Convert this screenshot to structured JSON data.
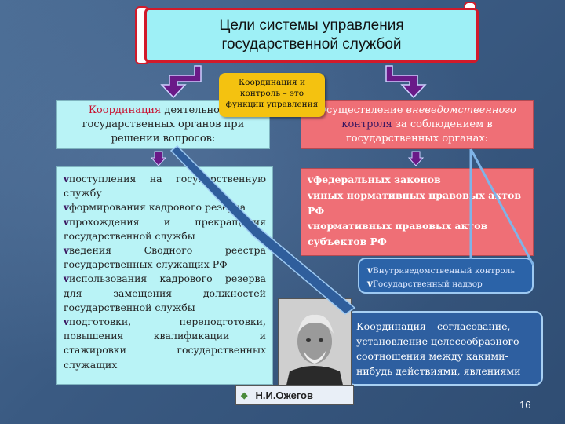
{
  "title": {
    "line1": "Цели системы управления",
    "line2": "государственной службой"
  },
  "note": {
    "line1": "Координация и",
    "line2": "контроль – это",
    "line3_underlined": "функции",
    "line3_rest": " управления"
  },
  "left_top": {
    "highlight": "Координация",
    "line1_rest": " деятельности",
    "line2": "государственных органов при",
    "line3": "решении вопросов:"
  },
  "right_top": {
    "prefix": "Осуществление ",
    "emph": "вневедомственного",
    "line2_highlight": "контроля",
    "line2_rest": " за соблюдением в",
    "line3": "государственных органах:"
  },
  "left_items": [
    "поступления на государственную службу",
    "формирования кадрового резерва",
    "прохождения и прекращения государственной службы",
    "ведения Сводного реестра государственных служащих РФ",
    "использования кадрового резерва для замещения должностей государственной службы",
    "подготовки, переподготовки, повышения квалификации и стажировки государственных служащих"
  ],
  "right_items": [
    "федеральных законов",
    "иных нормативных правовых актов РФ",
    "нормативных правовых актов субъектов РФ"
  ],
  "control_types": [
    "Внутриведомственный контроль",
    "Государственный надзор"
  ],
  "definition": "Координация – согласование, установление целесообразного соотношения между какими-нибудь действиями, явлениями",
  "author": "Н.И.Ожегов",
  "page_number": "16",
  "bullet_glyph": "v",
  "colors": {
    "title_fill": "#9ef0f6",
    "frame_red": "#d11a2a",
    "note_yellow": "#f4c210",
    "cyan_box": "#b9f3f6",
    "red_box": "#ef6f76",
    "blue_box": "#2e5fa0",
    "arrow_purple": "#6a1a88"
  }
}
